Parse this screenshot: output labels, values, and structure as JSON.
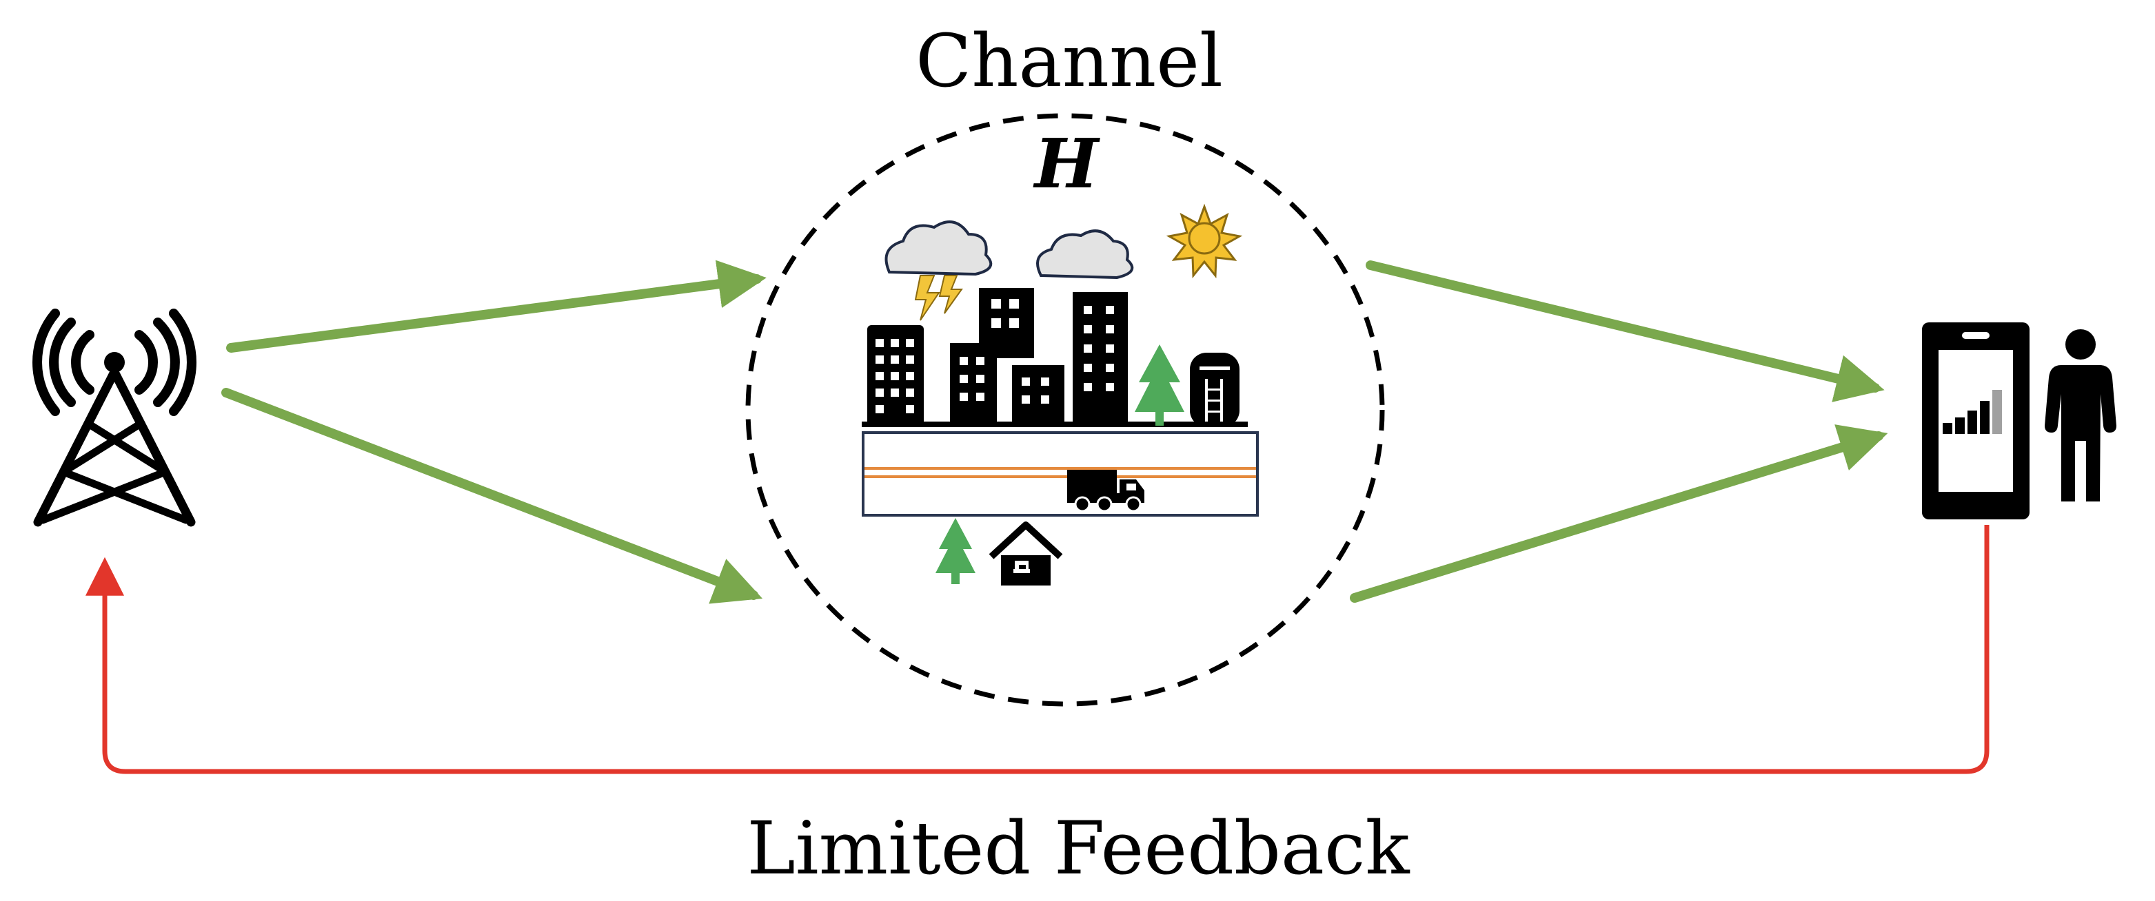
{
  "labels": {
    "channel": "Channel",
    "matrix": "H",
    "feedback": "Limited Feedback"
  },
  "colors": {
    "link_arrow": "#7aa84d",
    "feedback_line": "#e2362b",
    "tree": "#4faa5a",
    "road_stripe": "#e58a3d",
    "sun": "#f5c12e",
    "lightning": "#f2c53a",
    "cloud": "#e3e3e3",
    "cloud_outline": "#1f2a44",
    "road_border": "#2a3650",
    "signal_bar_last": "#a0a0a0"
  },
  "icons": {
    "transmitter": "cell-tower-icon",
    "receiver_device": "smartphone-icon",
    "user": "person-icon",
    "channel_scene": "city-scene-icon"
  }
}
